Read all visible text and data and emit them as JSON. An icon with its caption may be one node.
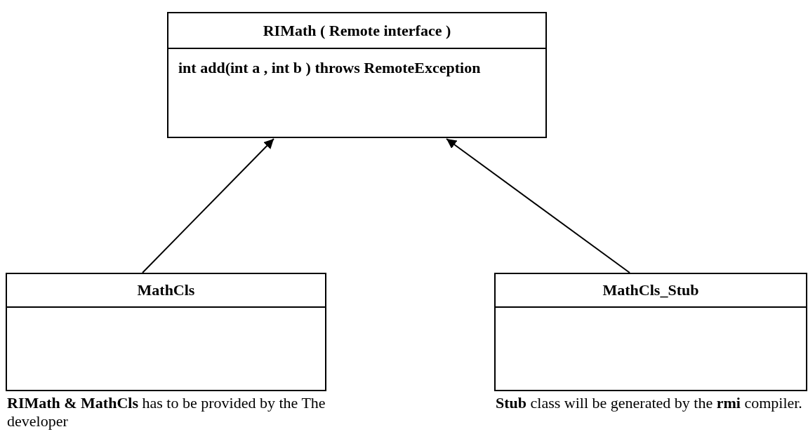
{
  "diagram": {
    "nodes": [
      {
        "text": [
          "RIMath ( Remote interface )",
          "int add(int a , int b ) throws RemoteException"
        ]
      },
      {
        "text": [
          "MathCls"
        ],
        "beside": [
          "**RIMath & MathCls** has to be provided by the The developer"
        ]
      },
      {
        "text": [
          "MathCls_Stub"
        ],
        "beside": [
          "**Stub** class will be generated by the **rmi** compiler."
        ]
      }
    ],
    "edges": [
      {
        "from": 1,
        "to": 0,
        "arrow": "to"
      },
      {
        "from": 2,
        "to": 0,
        "arrow": "to"
      }
    ]
  }
}
